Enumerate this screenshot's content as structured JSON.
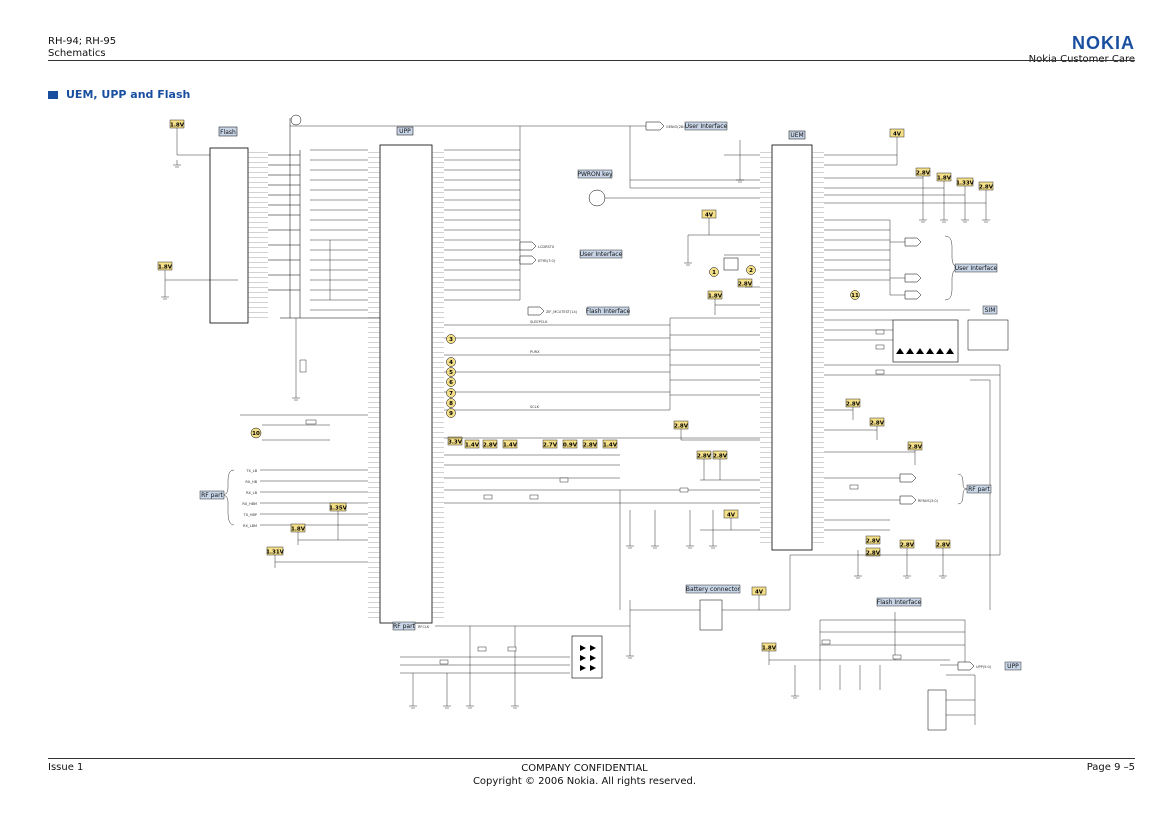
{
  "header": {
    "model": "RH-94; RH-95",
    "section": "Schematics",
    "brand": "NOKIA",
    "dept": "Nokia Customer Care"
  },
  "section_title": "UEM, UPP and Flash",
  "footer": {
    "issue": "Issue 1",
    "confidential": "COMPANY CONFIDENTIAL",
    "copyright": "Copyright © 2006 Nokia. All rights reserved.",
    "page": "Page 9 –5"
  },
  "blocks": {
    "flash": "Flash",
    "upp": "UPP",
    "uem": "UEM",
    "user_interface_top": "User Interface",
    "user_interface_mid": "User Interface",
    "user_interface_right": "User Interface",
    "flash_interface_mid": "Flash Interface",
    "flash_interface_bot": "Flash Interface",
    "pwron_key": "PWRON key",
    "rf_part_left": "RF part",
    "rf_part_bottom": "RF part",
    "rf_part_right": "RF part",
    "sim": "SIM",
    "battery_connector": "Battery connector",
    "upp_bottom": "UPP"
  },
  "voltages": {
    "v18_flash": "1.8V",
    "v18_left": "1.8V",
    "v4_top": "4V",
    "v28_a": "2.8V",
    "v18_b": "1.8V",
    "v133": "1.33V",
    "v28_b": "2.8V",
    "v4_mid": "4V",
    "v28_mid": "2.8V",
    "v18_mid": "1.8V",
    "v33": "3.3V",
    "v14_a": "1.4V",
    "v28_row1": "2.8V",
    "v14_b": "1.4V",
    "v27": "2.7V",
    "v09": "0.9V",
    "v28_row2": "2.8V",
    "v14_c": "1.4V",
    "v18_c": "1.8V",
    "v135": "1.35V",
    "v131": "1.31V",
    "v28_r1": "2.8V",
    "v28_r2": "2.8V",
    "v28_r3": "2.8V",
    "v28_r4": "2.8V",
    "v28_r5": "2.8V",
    "v28_r6": "2.8V",
    "v28_r7": "2.8V",
    "v28_r8": "2.8V",
    "v4_low": "4V",
    "v4_batt": "4V",
    "v18_bottom": "1.8V",
    "v28_r9": "2.8V",
    "v28_r10": "2.8V"
  },
  "markers": [
    "1",
    "2",
    "3",
    "4",
    "5",
    "6",
    "7",
    "8",
    "9",
    "10",
    "11"
  ],
  "signals": {
    "genio": "GENIO(28:0)",
    "lcdrstx": "LCDRSTX",
    "ktyb": "KTYB(7:0)",
    "zif_mcutest": "ZIF_MCUTEST(14)",
    "sleepclk": "SLEEPCLK",
    "purx": "PURX",
    "sclk": "SCLK",
    "tx_lb": "TX_LB",
    "rx_hb": "RX_HB",
    "rx_lb": "RX_LB",
    "rx_hbm": "RX_HBM",
    "tx_hbp": "TX_HBP",
    "rx_lbm": "RX_LBM",
    "rfclk": "RFCLK",
    "rfbus": "RFBUS(3:0)",
    "upp_bot": "UPP(5:0)"
  },
  "colors": {
    "brand": "#1a4fa0",
    "voltage_box": "#f5e08a",
    "block_label": "#c9d6e8"
  }
}
